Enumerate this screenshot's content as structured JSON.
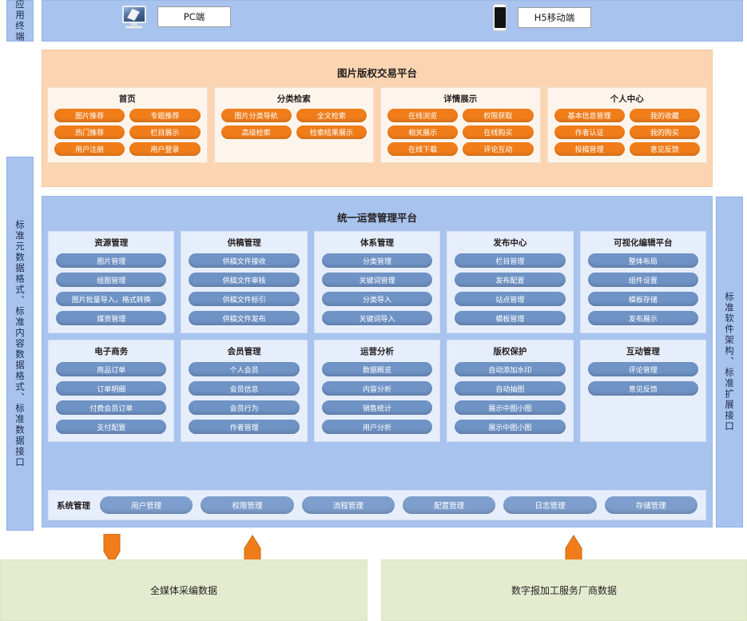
{
  "rails": {
    "app_terminal": "应用终端",
    "left": "标准元数据格式、标准内容数据格式、标准数据接口",
    "right": "标准软件架构、标准扩展接口"
  },
  "terminals": {
    "pc": {
      "label": "PC端",
      "icon": "monitor-icon"
    },
    "h5": {
      "label": "H5移动端",
      "icon": "phone-icon"
    }
  },
  "orange_platform": {
    "title": "图片版权交易平台",
    "accent": "#f07d1a",
    "background": "#fbd5b1",
    "cards": [
      {
        "title": "首页",
        "items": [
          "图片推荐",
          "专题推荐",
          "热门推荐",
          "栏目展示",
          "用户注册",
          "用户登录"
        ]
      },
      {
        "title": "分类检索",
        "items": [
          "图片分类导航",
          "全文检索",
          "高级检索",
          "检索结果展示"
        ]
      },
      {
        "title": "详情展示",
        "items": [
          "在线浏览",
          "权限获取",
          "相关展示",
          "在线购买",
          "在线下载",
          "评论互动"
        ]
      },
      {
        "title": "个人中心",
        "items": [
          "基本信息管理",
          "我的收藏",
          "作者认证",
          "我的购买",
          "投稿管理",
          "意见反馈"
        ]
      }
    ]
  },
  "blue_platform": {
    "title": "统一运营管理平台",
    "accent": "#6f93c5",
    "background": "#a8c3ee",
    "row1": [
      {
        "title": "资源管理",
        "items": [
          "图片管理",
          "组图管理",
          "图片批量导入，格式转换",
          "媒资管理"
        ]
      },
      {
        "title": "供稿管理",
        "items": [
          "供稿文件接收",
          "供稿文件审核",
          "供稿文件标引",
          "供稿文件发布"
        ]
      },
      {
        "title": "体系管理",
        "items": [
          "分类管理",
          "关键词管理",
          "分类导入",
          "关键词导入"
        ]
      },
      {
        "title": "发布中心",
        "items": [
          "栏目管理",
          "发布配置",
          "站点管理",
          "模板管理"
        ]
      },
      {
        "title": "可视化编辑平台",
        "items": [
          "整体布局",
          "组件设置",
          "模板存储",
          "发布展示"
        ]
      }
    ],
    "row2": [
      {
        "title": "电子商务",
        "items": [
          "商品订单",
          "订单明细",
          "付费会员订单",
          "支付配置"
        ]
      },
      {
        "title": "会员管理",
        "items": [
          "个人会员",
          "会员信息",
          "会员行为",
          "作者管理"
        ]
      },
      {
        "title": "运营分析",
        "items": [
          "数据概览",
          "内容分析",
          "销售统计",
          "用户分析"
        ]
      },
      {
        "title": "版权保护",
        "items": [
          "自动添加水印",
          "自动抽图",
          "展示中图小图",
          "展示中图小图"
        ]
      },
      {
        "title": "互动管理",
        "items": [
          "评论管理",
          "意见反馈"
        ]
      }
    ],
    "system_management": {
      "label": "系统管理",
      "items": [
        "用户管理",
        "权限管理",
        "流程管理",
        "配置管理",
        "日志管理",
        "存储管理"
      ]
    }
  },
  "arrows": {
    "color": "#f07d1a",
    "items": [
      {
        "name": "arrow-down-to-data",
        "direction": "down"
      },
      {
        "name": "arrow-up-from-media-data",
        "direction": "up"
      },
      {
        "name": "arrow-up-from-vendor-data",
        "direction": "up"
      }
    ]
  },
  "data_sources": {
    "background": "#e4ebcf",
    "left": "全媒体采编数据",
    "right": "数字报加工服务厂商数据"
  }
}
